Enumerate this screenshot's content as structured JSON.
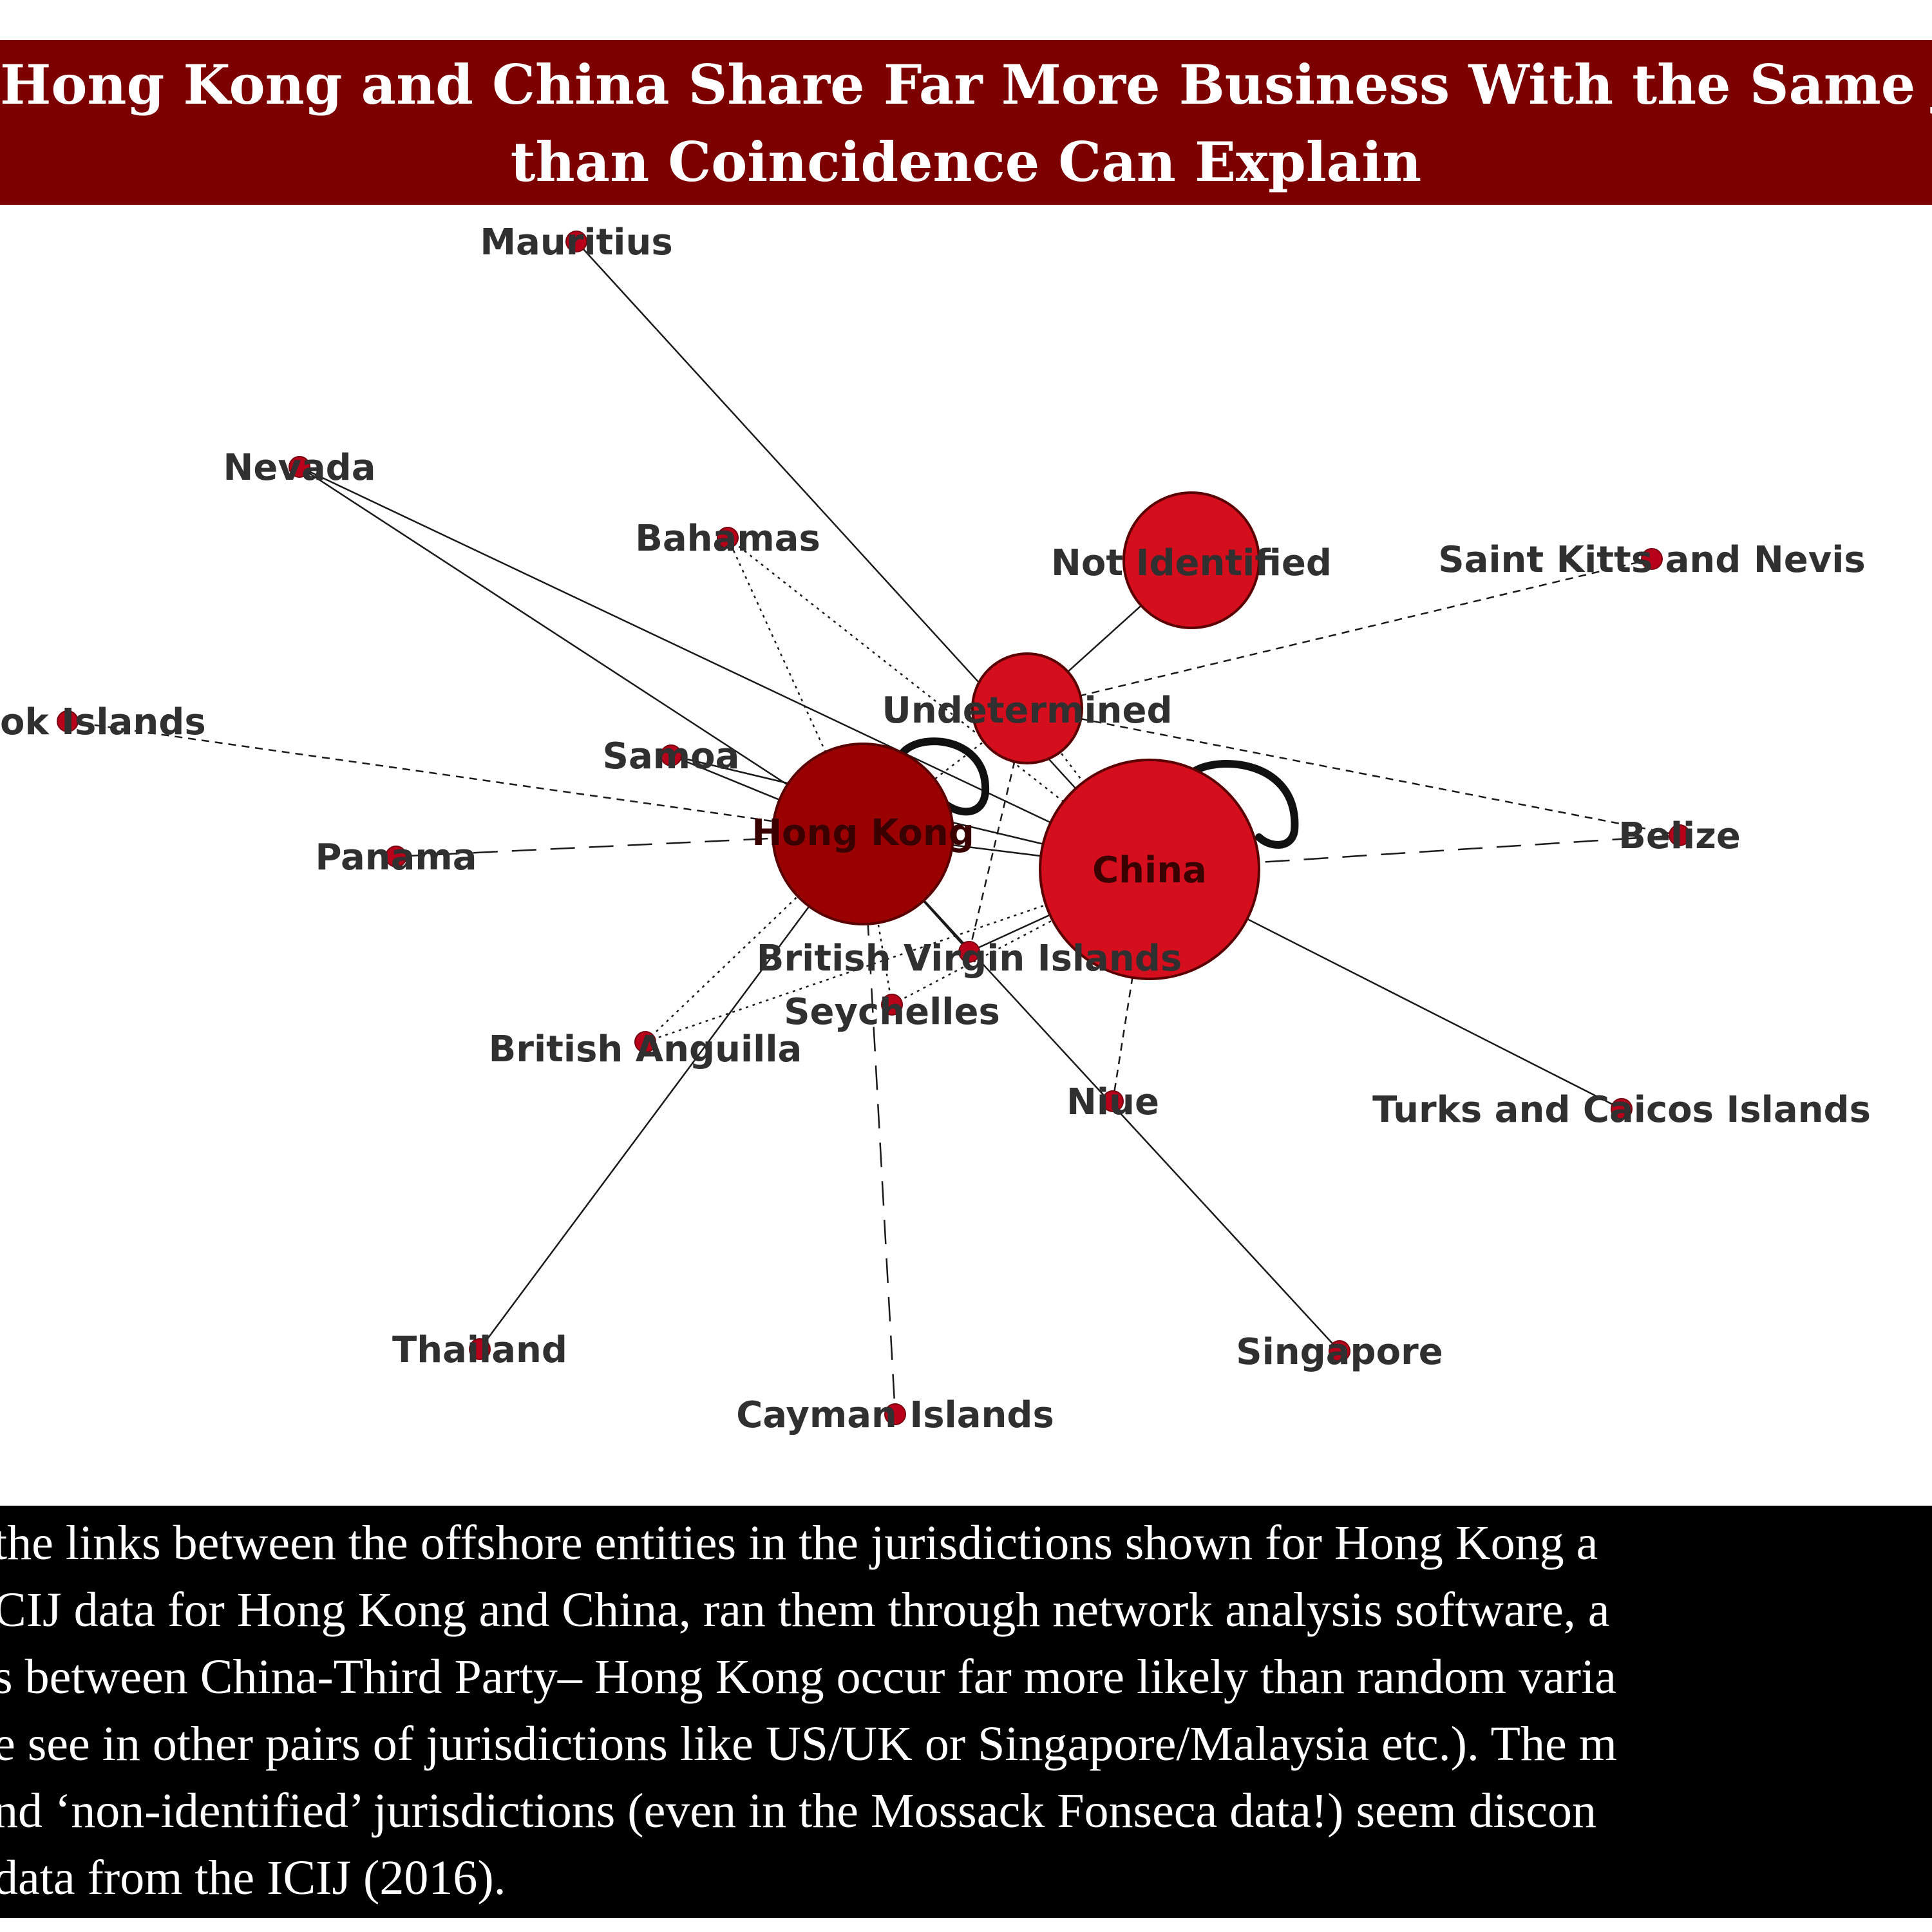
{
  "title": {
    "line1": "Hong Kong and China Share Far More Business With the Same J",
    "line2": "than Coincidence Can Explain"
  },
  "colors": {
    "title_band": "#7d0000",
    "caption_band": "#000000",
    "node_fill": "#d40e1c",
    "hong_kong_fill": "#9b0000",
    "small_node_fill": "#b8001a"
  },
  "network": {
    "nodes": [
      {
        "id": "hong-kong",
        "label": "Hong Kong",
        "size": "large"
      },
      {
        "id": "china",
        "label": "China",
        "size": "large"
      },
      {
        "id": "not-identified",
        "label": "Not Identified",
        "size": "medium"
      },
      {
        "id": "undetermined",
        "label": "Undetermined",
        "size": "medium"
      },
      {
        "id": "mauritius",
        "label": "Mauritius",
        "size": "small"
      },
      {
        "id": "nevada",
        "label": "Nevada",
        "size": "small"
      },
      {
        "id": "bahamas",
        "label": "Bahamas",
        "size": "small"
      },
      {
        "id": "saint-kitts-and-nevis",
        "label": "Saint Kitts and Nevis",
        "size": "small"
      },
      {
        "id": "cook-islands",
        "label": "ok Islands",
        "size": "small"
      },
      {
        "id": "samoa",
        "label": "Samoa",
        "size": "small"
      },
      {
        "id": "panama",
        "label": "Panama",
        "size": "small"
      },
      {
        "id": "belize",
        "label": "Belize",
        "size": "small"
      },
      {
        "id": "british-virgin-islands",
        "label": "British Virgin Islands",
        "size": "small"
      },
      {
        "id": "seychelles",
        "label": "Seychelles",
        "size": "small"
      },
      {
        "id": "british-anguilla",
        "label": "British Anguilla",
        "size": "small"
      },
      {
        "id": "niue",
        "label": "Niue",
        "size": "small"
      },
      {
        "id": "turks-and-caicos-islands",
        "label": "Turks and Caicos Islands",
        "size": "small"
      },
      {
        "id": "thailand",
        "label": "Thailand",
        "size": "small"
      },
      {
        "id": "singapore",
        "label": "Singapore",
        "size": "small"
      },
      {
        "id": "cayman-islands",
        "label": "Cayman Islands",
        "size": "small"
      }
    ],
    "edges": [
      {
        "from": "mauritius",
        "to": "china",
        "style": "solid"
      },
      {
        "from": "nevada",
        "to": "hong-kong",
        "style": "solid"
      },
      {
        "from": "nevada",
        "to": "china",
        "style": "solid"
      },
      {
        "from": "bahamas",
        "to": "hong-kong",
        "style": "dotted"
      },
      {
        "from": "bahamas",
        "to": "china",
        "style": "dotted"
      },
      {
        "from": "not-identified",
        "to": "undetermined",
        "style": "solid"
      },
      {
        "from": "saint-kitts-and-nevis",
        "to": "undetermined",
        "style": "dashed"
      },
      {
        "from": "undetermined",
        "to": "hong-kong",
        "style": "dotted"
      },
      {
        "from": "undetermined",
        "to": "china",
        "style": "dotted"
      },
      {
        "from": "undetermined",
        "to": "british-virgin-islands",
        "style": "dashed"
      },
      {
        "from": "undetermined",
        "to": "belize",
        "style": "dashed"
      },
      {
        "from": "cook-islands",
        "to": "hong-kong",
        "style": "dashed"
      },
      {
        "from": "samoa",
        "to": "hong-kong",
        "style": "solid"
      },
      {
        "from": "samoa",
        "to": "china",
        "style": "solid"
      },
      {
        "from": "panama",
        "to": "hong-kong",
        "style": "long-dash"
      },
      {
        "from": "hong-kong",
        "to": "china",
        "style": "solid"
      },
      {
        "from": "china",
        "to": "belize",
        "style": "long-dash"
      },
      {
        "from": "china",
        "to": "turks-and-caicos-islands",
        "style": "solid"
      },
      {
        "from": "china",
        "to": "british-virgin-islands",
        "style": "solid"
      },
      {
        "from": "china",
        "to": "niue",
        "style": "dashed"
      },
      {
        "from": "hong-kong",
        "to": "british-virgin-islands",
        "style": "solid"
      },
      {
        "from": "hong-kong",
        "to": "british-anguilla",
        "style": "dotted"
      },
      {
        "from": "hong-kong",
        "to": "seychelles",
        "style": "dotted"
      },
      {
        "from": "hong-kong",
        "to": "thailand",
        "style": "solid"
      },
      {
        "from": "hong-kong",
        "to": "singapore",
        "style": "solid"
      },
      {
        "from": "hong-kong",
        "to": "cayman-islands",
        "style": "long-dash"
      },
      {
        "from": "british-anguilla",
        "to": "china",
        "style": "dotted"
      },
      {
        "from": "seychelles",
        "to": "china",
        "style": "dotted"
      }
    ],
    "self_loops": [
      "hong-kong",
      "china"
    ]
  },
  "caption": {
    "lines": [
      "the links between the offshore entities in the jurisdictions shown for Hong Kong a",
      "CIJ data for Hong Kong and China, ran them through network analysis software, a",
      "s between China-Third Party– Hong Kong occur far more likely than random varia",
      "e see in other pairs of jurisdictions like US/UK or Singapore/Malaysia etc.). The m",
      "nd ‘non-identified’ jurisdictions (even in the Mossack Fonseca data!) seem discon",
      "data from the ICIJ (2016)."
    ]
  }
}
